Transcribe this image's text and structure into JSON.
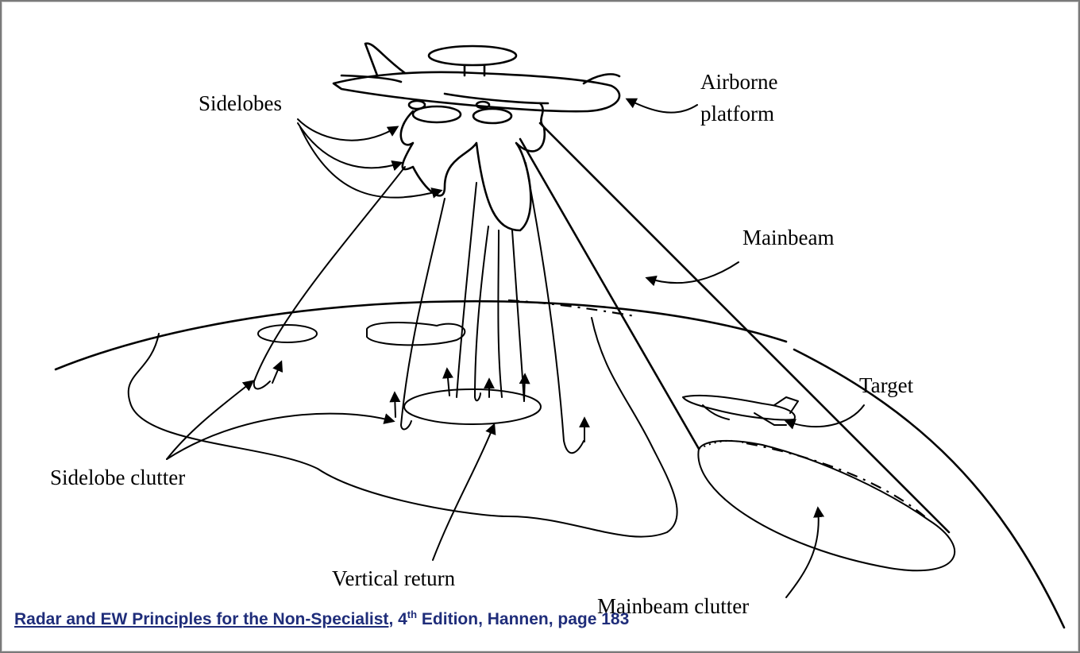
{
  "diagram": {
    "labels": {
      "airborne_platform_line1": "Airborne",
      "airborne_platform_line2": "platform",
      "sidelobes": "Sidelobes",
      "mainbeam": "Mainbeam",
      "target": "Target",
      "sidelobe_clutter": "Sidelobe clutter",
      "vertical_return": "Vertical return",
      "mainbeam_clutter": "Mainbeam clutter"
    }
  },
  "caption": {
    "link_text": "Radar and EW Principles for the Non-Specialist",
    "edition_prefix": ", 4",
    "edition_sup": "th",
    "rest": " Edition, Hannen, page 183"
  }
}
